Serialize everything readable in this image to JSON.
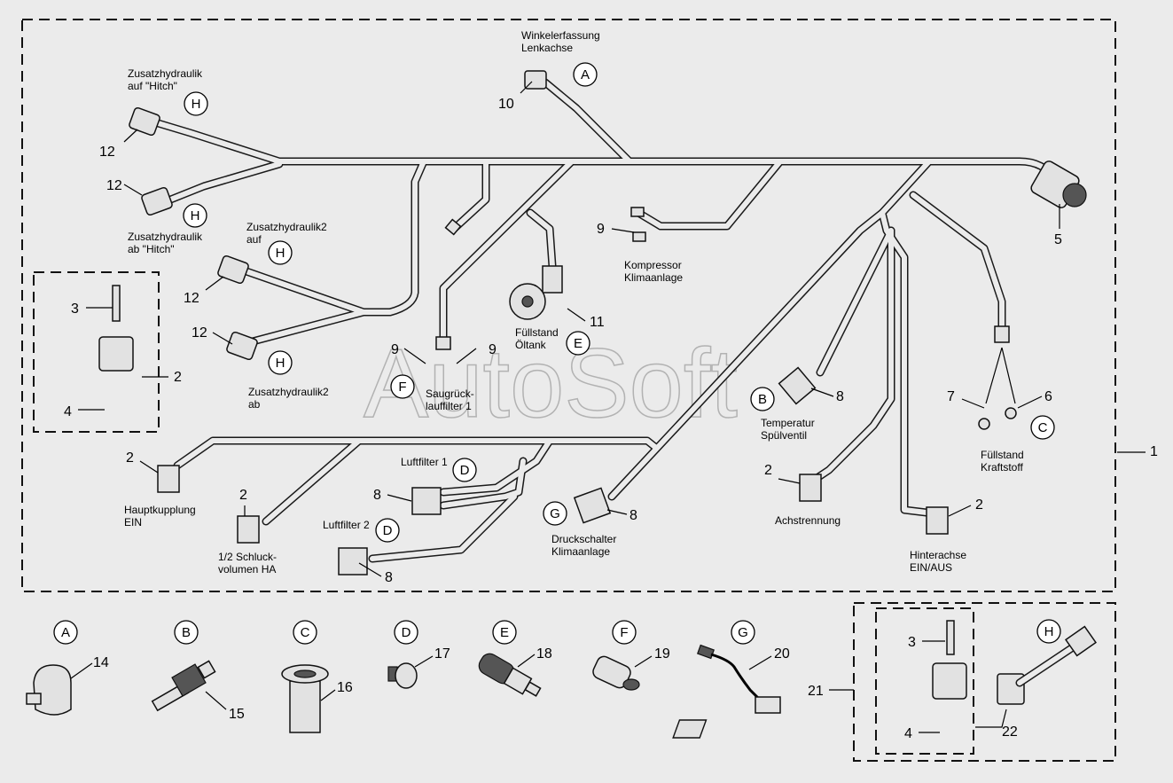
{
  "watermark": "AutoSoft",
  "main_assembly_ref": "1",
  "labels": {
    "winkel": [
      "Winkelerfassung",
      "Lenkachse"
    ],
    "zh_auf": [
      "Zusatzhydraulik",
      "auf \"Hitch\""
    ],
    "zh_ab": [
      "Zusatzhydraulik",
      "ab \"Hitch\""
    ],
    "zh2_auf": [
      "Zusatzhydraulik2",
      "auf"
    ],
    "zh2_ab": [
      "Zusatzhydraulik2",
      "ab"
    ],
    "kompressor": [
      "Kompressor",
      "Klimaanlage"
    ],
    "fuellstand_oel": [
      "Füllstand",
      "Öltank"
    ],
    "saugrueck": [
      "Saugrück-",
      "lauffilter 1"
    ],
    "temperatur": [
      "Temperatur",
      "Spülventil"
    ],
    "fuellstand_kraft": [
      "Füllstand",
      "Kraftstoff"
    ],
    "hauptkupplung": [
      "Hauptkupplung",
      "EIN"
    ],
    "schluck": [
      "1/2 Schluck-",
      "volumen HA"
    ],
    "luftfilter1": "Luftfilter 1",
    "luftfilter2": "Luftfilter 2",
    "druckschalter": [
      "Druckschalter",
      "Klimaanlage"
    ],
    "achstrennung": "Achstrennung",
    "hinterachse": [
      "Hinterachse",
      "EIN/AUS"
    ]
  },
  "callouts": [
    {
      "id": "winkel-A",
      "letter": "A"
    },
    {
      "id": "zh-auf-H",
      "letter": "H"
    },
    {
      "id": "zh-ab-H",
      "letter": "H"
    },
    {
      "id": "zh2-auf-H",
      "letter": "H"
    },
    {
      "id": "zh2-ab-H",
      "letter": "H"
    },
    {
      "id": "oel-E",
      "letter": "E"
    },
    {
      "id": "saug-F",
      "letter": "F"
    },
    {
      "id": "temp-B",
      "letter": "B"
    },
    {
      "id": "kraft-C",
      "letter": "C"
    },
    {
      "id": "lf1-D",
      "letter": "D"
    },
    {
      "id": "lf2-D",
      "letter": "D"
    },
    {
      "id": "druck-G",
      "letter": "G"
    }
  ],
  "part_numbers": {
    "p10": "10",
    "p12a": "12",
    "p12b": "12",
    "p12c": "12",
    "p12d": "12",
    "p5": "5",
    "p9a": "9",
    "p9b": "9",
    "p9c": "9",
    "p11": "11",
    "p3": "3",
    "p2box": "2",
    "p4": "4",
    "p8temp": "8",
    "p7": "7",
    "p6": "6",
    "p1": "1",
    "p2haupt": "2",
    "p2schluck": "2",
    "p8lf1": "8",
    "p8lf2": "8",
    "p8druck": "8",
    "p2achs": "2",
    "p2hinter": "2"
  },
  "detail_parts": [
    {
      "letter": "A",
      "number": "14"
    },
    {
      "letter": "B",
      "number": "15"
    },
    {
      "letter": "C",
      "number": "16"
    },
    {
      "letter": "D",
      "number": "17"
    },
    {
      "letter": "E",
      "number": "18"
    },
    {
      "letter": "F",
      "number": "19"
    },
    {
      "letter": "G",
      "number": "20"
    }
  ],
  "kit": {
    "ref": "21",
    "letter": "H",
    "screw": "3",
    "gasket": "4",
    "connector": "22"
  }
}
